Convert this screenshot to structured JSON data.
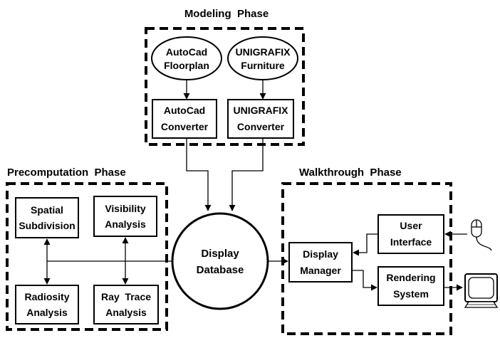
{
  "phases": {
    "modeling": "Modeling  Phase",
    "precomputation": "Precomputation  Phase",
    "walkthrough": "Walkthrough  Phase"
  },
  "nodes": {
    "autocad_floorplan": [
      "AutoCad",
      "Floorplan"
    ],
    "unigrafix_furniture": [
      "UNIGRAFIX",
      "Furniture"
    ],
    "autocad_converter": [
      "AutoCad",
      "Converter"
    ],
    "unigrafix_converter": [
      "UNIGRAFIX",
      "Converter"
    ],
    "spatial_subdivision": [
      "Spatial",
      "Subdivision"
    ],
    "visibility_analysis": [
      "Visibility",
      "Analysis"
    ],
    "radiosity_analysis": [
      "Radiosity",
      "Analysis"
    ],
    "ray_trace_analysis": [
      "Ray  Trace",
      "Analysis"
    ],
    "display_database": [
      "Display",
      "Database"
    ],
    "display_manager": [
      "Display",
      "Manager"
    ],
    "user_interface": [
      "User",
      "Interface"
    ],
    "rendering_system": [
      "Rendering",
      "System"
    ]
  },
  "icons": {
    "mouse": "mouse-icon",
    "monitor": "monitor-icon"
  }
}
